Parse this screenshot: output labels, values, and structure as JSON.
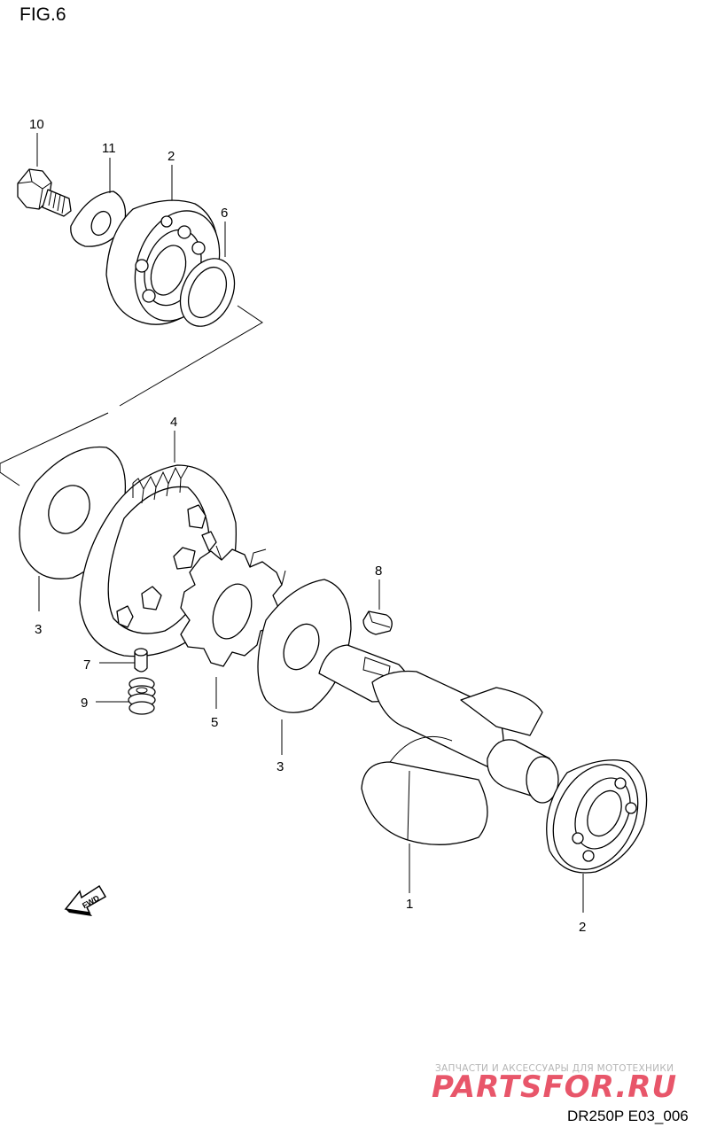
{
  "figure": {
    "title": "FIG.6",
    "code": "DR250P E03_006"
  },
  "callouts": [
    {
      "id": "callout-10",
      "label": "10"
    },
    {
      "id": "callout-11",
      "label": "11"
    },
    {
      "id": "callout-2-top",
      "label": "2"
    },
    {
      "id": "callout-6",
      "label": "6"
    },
    {
      "id": "callout-4",
      "label": "4"
    },
    {
      "id": "callout-8",
      "label": "8"
    },
    {
      "id": "callout-3-left",
      "label": "3"
    },
    {
      "id": "callout-7",
      "label": "7"
    },
    {
      "id": "callout-9",
      "label": "9"
    },
    {
      "id": "callout-5",
      "label": "5"
    },
    {
      "id": "callout-3-center",
      "label": "3"
    },
    {
      "id": "callout-1",
      "label": "1"
    },
    {
      "id": "callout-2-bottom",
      "label": "2"
    }
  ],
  "fwd_arrow": {
    "label": "FWD"
  },
  "watermark": {
    "tagline": "ЗАПЧАСТИ И АКСЕССУАРЫ ДЛЯ МОТОТЕХНИКИ",
    "logo": "PARTSFOR.RU",
    "logo_color": "#e8566a"
  }
}
